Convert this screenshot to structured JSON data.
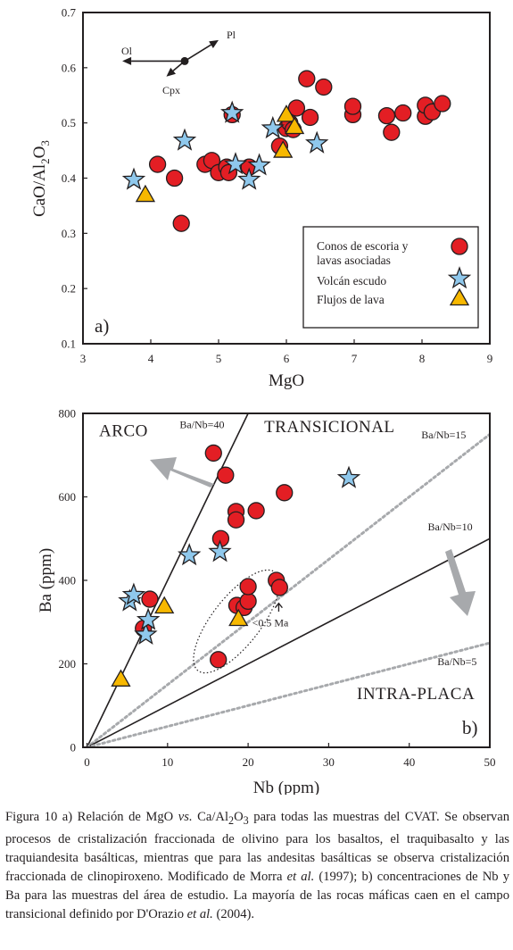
{
  "colors": {
    "circle": "#e31e24",
    "star": "#8fc8ec",
    "triangle": "#f7b800",
    "line": "#231f20",
    "dotted": "#a7a9ac",
    "arrow": "#a7a9ac"
  },
  "chart_data": [
    {
      "type": "scatter",
      "panel_label": "a)",
      "xlabel": "MgO",
      "ylabel_parts": [
        "CaO/Al",
        "2",
        "O",
        "3"
      ],
      "xlim": [
        3,
        9
      ],
      "ylim": [
        0.1,
        0.7
      ],
      "xticks": [
        3,
        4,
        5,
        6,
        7,
        8,
        9
      ],
      "xtick_labels": [
        "3",
        "4",
        "5",
        "6",
        "7",
        "8",
        "9"
      ],
      "yticks": [
        0.1,
        0.2,
        0.3,
        0.4,
        0.5,
        0.6,
        0.7
      ],
      "ytick_labels": [
        "0.1",
        "0.2",
        "0.3",
        "0.4",
        "0.5",
        "0.6",
        "0.7"
      ],
      "grid": false,
      "vector_diagram": {
        "origin": [
          4.5,
          0.612
        ],
        "ol_end": [
          3.58,
          0.612
        ],
        "pl_end": [
          5.0,
          0.65
        ],
        "cpx_end": [
          4.23,
          0.584
        ],
        "labels": {
          "ol": "Ol",
          "pl": "Pl",
          "cpx": "Cpx"
        }
      },
      "legend": {
        "position": "bottom-right",
        "entries": [
          {
            "text": [
              "Conos de escoria y",
              "lavas asociadas"
            ],
            "marker": "circle",
            "series": "conos"
          },
          {
            "text": [
              "Volcán escudo"
            ],
            "marker": "star",
            "series": "escudo"
          },
          {
            "text": [
              "Flujos de lava"
            ],
            "marker": "triangle",
            "series": "flujos"
          }
        ]
      },
      "series": [
        {
          "key": "conos",
          "marker": "circle",
          "x": [
            4.1,
            4.35,
            4.45,
            4.8,
            4.9,
            5.0,
            5.12,
            5.15,
            5.2,
            5.45,
            5.9,
            6.0,
            6.05,
            6.1,
            6.15,
            6.3,
            6.35,
            6.55,
            6.98,
            6.98,
            7.48,
            7.55,
            7.72,
            8.05,
            8.05,
            8.15,
            8.3
          ],
          "y": [
            0.425,
            0.4,
            0.318,
            0.425,
            0.432,
            0.41,
            0.42,
            0.41,
            0.515,
            0.42,
            0.458,
            0.49,
            0.5,
            0.488,
            0.527,
            0.58,
            0.51,
            0.565,
            0.515,
            0.53,
            0.513,
            0.483,
            0.518,
            0.512,
            0.532,
            0.52,
            0.535
          ]
        },
        {
          "key": "escudo",
          "marker": "star",
          "x": [
            3.75,
            4.5,
            5.2,
            5.25,
            5.45,
            5.6,
            5.8,
            6.45
          ],
          "y": [
            0.397,
            0.468,
            0.518,
            0.425,
            0.397,
            0.423,
            0.49,
            0.463
          ]
        },
        {
          "key": "flujos",
          "marker": "triangle",
          "x": [
            3.92,
            5.95,
            6.0,
            6.12
          ],
          "y": [
            0.37,
            0.45,
            0.515,
            0.493
          ]
        }
      ]
    },
    {
      "type": "scatter",
      "panel_label": "b)",
      "xlabel": "Nb (ppm)",
      "ylabel": "Ba (ppm)",
      "xlim": [
        -0.5,
        50
      ],
      "ylim": [
        0,
        800
      ],
      "xticks": [
        0,
        10,
        20,
        30,
        40,
        50
      ],
      "xtick_labels": [
        "0",
        "10",
        "20",
        "30",
        "40",
        "50"
      ],
      "yticks": [
        0,
        200,
        400,
        600,
        800
      ],
      "ytick_labels": [
        "0",
        "200",
        "400",
        "600",
        "800"
      ],
      "grid": false,
      "field_labels": [
        {
          "text": "ARCO",
          "x": 1.5,
          "y": 745
        },
        {
          "text": "TRANSICIONAL",
          "x": 22,
          "y": 755
        },
        {
          "text": "INTRA-PLACA",
          "x": 33.5,
          "y": 115
        }
      ],
      "ratio_lines": [
        {
          "label": "Ba/Nb=40",
          "ratio": 40,
          "style": "solid",
          "label_x": 11.5,
          "label_y": 765
        },
        {
          "label": "Ba/Nb=15",
          "ratio": 15,
          "style": "dotted",
          "label_x": 41.5,
          "label_y": 740
        },
        {
          "label": "Ba/Nb=10",
          "ratio": 10,
          "style": "solid",
          "label_x": 42.3,
          "label_y": 520
        },
        {
          "label": "Ba/Nb=5",
          "ratio": 5,
          "style": "dotted",
          "label_x": 43.5,
          "label_y": 197
        }
      ],
      "annotation": {
        "text": "<0.5 Ma",
        "arrow_from": [
          23.8,
          325
        ],
        "arrow_to": [
          23.8,
          345
        ],
        "text_x": 20.5,
        "text_y": 290
      },
      "series": [
        {
          "key": "conos",
          "marker": "circle",
          "x": [
            7.0,
            7.8,
            15.7,
            16.3,
            16.6,
            17.2,
            18.5,
            18.5,
            18.6,
            19.5,
            20.0,
            20.0,
            21.0,
            23.5,
            23.9,
            24.5
          ],
          "y": [
            285,
            355,
            705,
            210,
            500,
            652,
            565,
            545,
            340,
            335,
            350,
            385,
            567,
            400,
            383,
            610
          ]
        },
        {
          "key": "escudo",
          "marker": "star",
          "x": [
            5.3,
            5.8,
            7.3,
            7.6,
            12.7,
            16.5,
            32.5
          ],
          "y": [
            350,
            365,
            270,
            305,
            460,
            468,
            645
          ]
        },
        {
          "key": "flujos",
          "marker": "triangle",
          "x": [
            4.2,
            9.6,
            18.8
          ],
          "y": [
            163,
            338,
            308
          ]
        }
      ]
    }
  ],
  "caption": {
    "p1": "Figura 10 a) Relación de MgO ",
    "i1": "vs.",
    "p2": " Ca/Al",
    "s1": "2",
    "p3": "O",
    "s2": "3",
    "p4": " para todas las muestras del CVAT. Se observan procesos de cristalización fraccionada de olivino para los basaltos, el traquibasalto y las traquiandesita basálticas, mientras que para las andesitas basálticas se observa cristalización fraccionada de clinopiroxeno. Modificado de Morra ",
    "i2": "et al.",
    "p5": " (1997); b) concentraciones de Nb y Ba para las muestras del área de estudio. La mayoría de las rocas máficas caen en el campo transicional definido por D'Orazio ",
    "i3": "et al.",
    "p6": " (2004)."
  }
}
